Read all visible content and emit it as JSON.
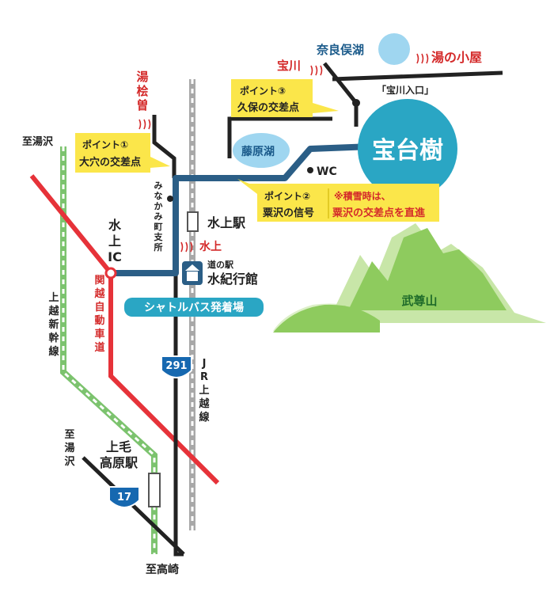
{
  "colors": {
    "road_main": "#2b5e86",
    "road_black": "#222222",
    "expressway": "#e63239",
    "shinkansen": "#7cc36e",
    "rail": "#a8a8a8",
    "callout": "#fbe64a",
    "teal": "#2aa6c4",
    "mountain": "#8ecb5e",
    "lake": "#9fd6f0"
  },
  "labels": {
    "dest_naraga": "奈良俣湖",
    "dest_takaragawa": "宝川",
    "dest_yunokoya": "湯の小屋",
    "dest_yunohinata": [
      "湯",
      "桧",
      "曽"
    ],
    "dest_yuzawa_top": "至湯沢",
    "dest_yuzawa_bottom": [
      "至",
      "湯",
      "沢"
    ],
    "dest_takasaki": "至高崎",
    "takaragawa_iriguchi": "「宝川入口」",
    "houdaigi": "宝台樹",
    "fujiwara_lake": "藤原湖",
    "wc": "WC",
    "minakami_station": "水上駅",
    "minakami_onsen": "水上",
    "minakami_ic": [
      "水",
      "上",
      "IC"
    ],
    "michi_no_eki_small": "道の駅",
    "mizuki_koukan": "水紀行館",
    "shuttle": "シャトルバス発着場",
    "branch_office": [
      "み",
      "な",
      "か",
      "み",
      "町",
      "支",
      "所"
    ],
    "kanetsu": [
      "関",
      "越",
      "自",
      "動",
      "車",
      "道"
    ],
    "joetsu_shinkansen": [
      "上",
      "越",
      "新",
      "幹",
      "線"
    ],
    "jr_joetsu": [
      "J",
      "R",
      "上",
      "越",
      "線"
    ],
    "jomo_kogen": [
      "上毛",
      "高原駅"
    ],
    "route_291": "291",
    "route_17": "17",
    "hotaka": "武尊山",
    "point1": [
      "ポイント①",
      "大穴の交差点"
    ],
    "point2": [
      "ポイント②",
      "粟沢の信号"
    ],
    "point2_note": [
      "※積雪時は、",
      "粟沢の交差点を直進"
    ],
    "point3": [
      "ポイント③",
      "久保の交差点"
    ]
  }
}
